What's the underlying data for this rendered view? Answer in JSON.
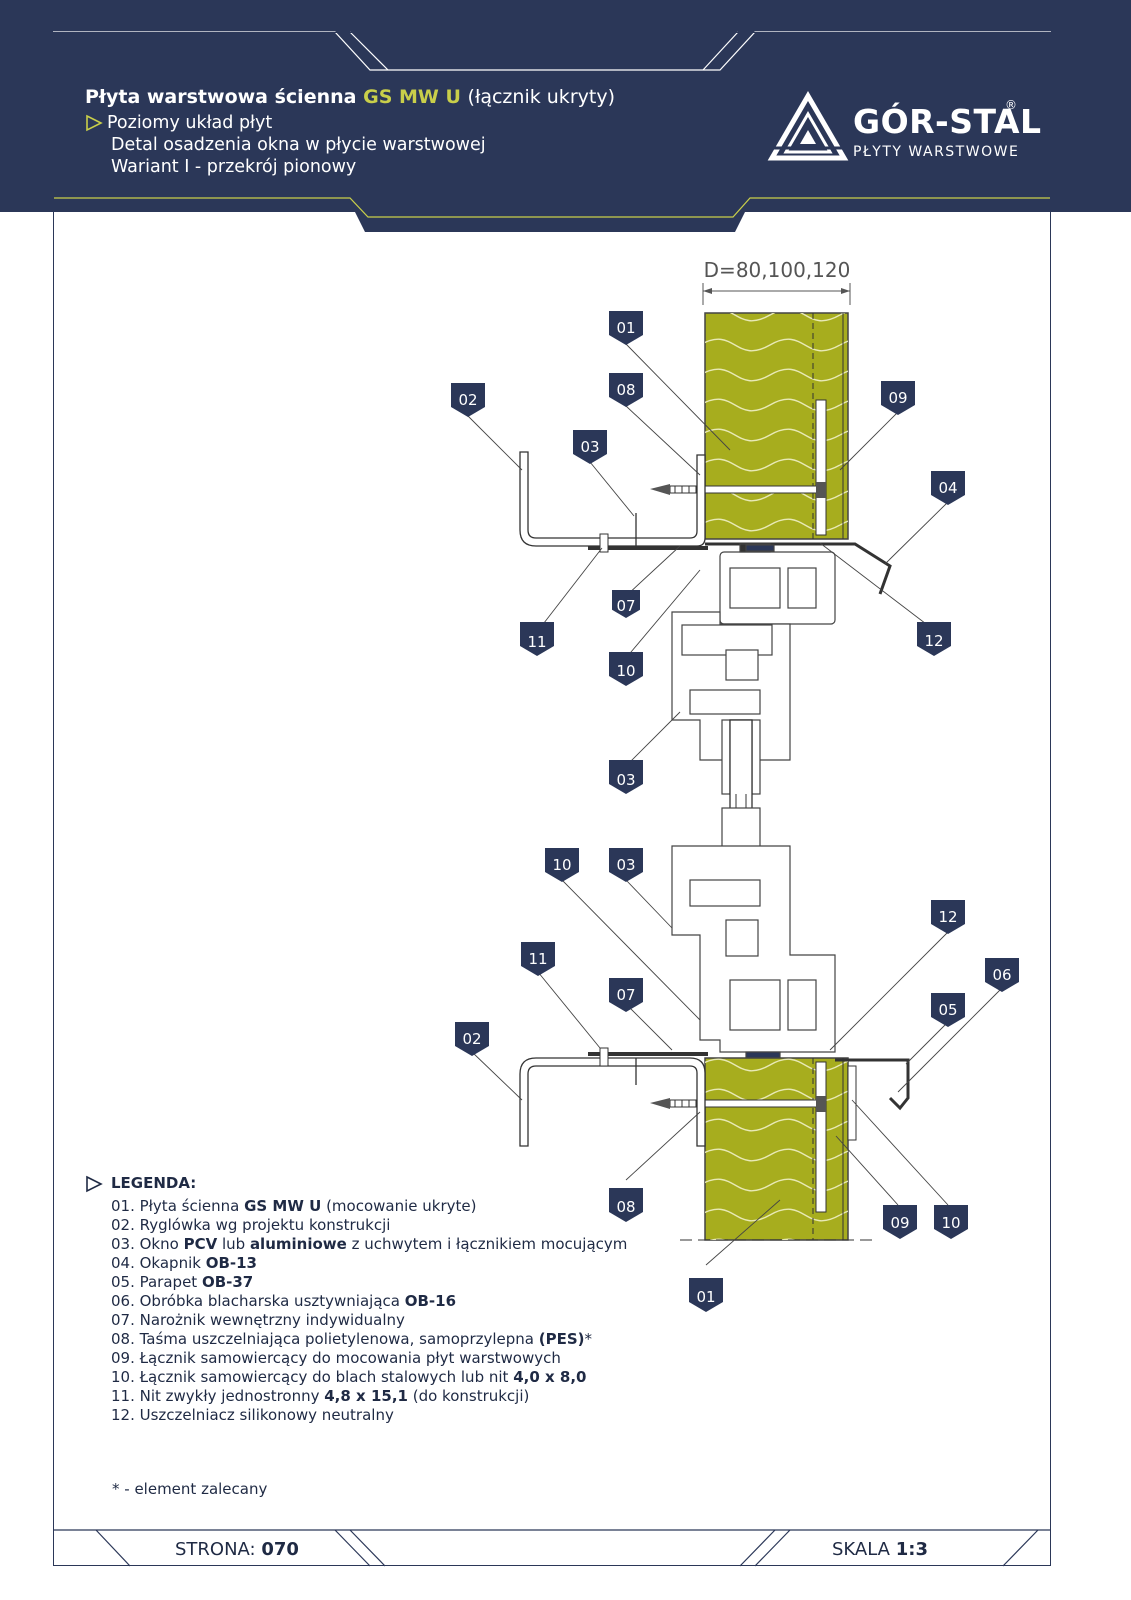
{
  "header": {
    "title_prefix": "Płyta warstwowa ścienna",
    "title_accent": "GS MW U",
    "title_suffix": "(łącznik ukryty)",
    "subtitle_lines": [
      "Poziomy układ płyt",
      "Detal osadzenia okna w płycie warstwowej",
      "Wariant I - przekrój pionowy"
    ],
    "bg_color": "#2b3758",
    "accent_color": "#c9cf4a"
  },
  "logo": {
    "name": "GÓR-STAL",
    "tagline": "PŁYTY WARSTWOWE",
    "registered": "®"
  },
  "dimension": {
    "label": "D=80,100,120"
  },
  "callouts": {
    "c01a": "01",
    "c08a": "08",
    "c02a": "02",
    "c03a": "03",
    "c09a": "09",
    "c04a": "04",
    "c07a": "07",
    "c11a": "11",
    "c10a": "10",
    "c12a": "12",
    "c03b": "03",
    "c10b": "10",
    "c03c": "03",
    "c12b": "12",
    "c11b": "11",
    "c07b": "07",
    "c06b": "06",
    "c05b": "05",
    "c02b": "02",
    "c08b": "08",
    "c09b": "09",
    "c10c": "10",
    "c01b": "01"
  },
  "legend": {
    "title": "LEGENDA:",
    "items": [
      {
        "pre": "01. Płyta ścienna ",
        "bold": "GS MW U",
        "post": " (mocowanie ukryte)"
      },
      {
        "pre": "02. Ryglówka wg projektu konstrukcji",
        "bold": "",
        "post": ""
      },
      {
        "pre": "03. Okno ",
        "bold": "PCV",
        "mid": " lub ",
        "bold2": "aluminiowe",
        "post": " z uchwytem i łącznikiem mocującym"
      },
      {
        "pre": "04. Okapnik ",
        "bold": "OB-13",
        "post": ""
      },
      {
        "pre": "05. Parapet ",
        "bold": "OB-37",
        "post": ""
      },
      {
        "pre": "06. Obróbka blacharska usztywniająca ",
        "bold": "OB-16",
        "post": ""
      },
      {
        "pre": "07. Narożnik wewnętrzny indywidualny",
        "bold": "",
        "post": ""
      },
      {
        "pre": "08. Taśma uszczelniająca polietylenowa, samoprzylepna ",
        "bold": "(PES)",
        "post": "*"
      },
      {
        "pre": "09. Łącznik samowiercący do mocowania płyt warstwowych",
        "bold": "",
        "post": ""
      },
      {
        "pre": "10. Łącznik samowiercący do blach stalowych lub nit ",
        "bold": "4,0 x 8,0",
        "post": ""
      },
      {
        "pre": "11. Nit zwykły jednostronny ",
        "bold": "4,8 x 15,1",
        "post": " (do konstrukcji)"
      },
      {
        "pre": "12. Uszczelniacz silikonowy neutralny",
        "bold": "",
        "post": ""
      }
    ]
  },
  "note": "* -  element zalecany",
  "footer": {
    "page_label": "STRONA:",
    "page_value": "070",
    "scale_label": "SKALA",
    "scale_value": "1:3"
  },
  "colors": {
    "insulation": "#a7ad1e",
    "navy": "#2b3758"
  }
}
